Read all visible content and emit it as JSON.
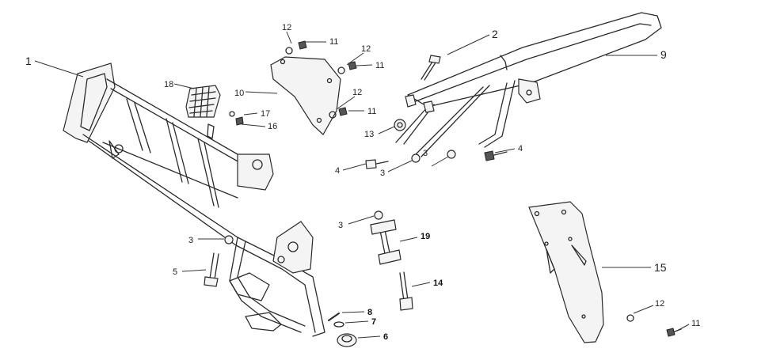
{
  "diagram": {
    "callouts": [
      {
        "key": "frame",
        "label": "1"
      },
      {
        "key": "bolt-top",
        "label": "2"
      },
      {
        "key": "washer-a",
        "label": "3"
      },
      {
        "key": "washer-b",
        "label": "3"
      },
      {
        "key": "washer-c",
        "label": "3"
      },
      {
        "key": "washer-d",
        "label": "3"
      },
      {
        "key": "bolt-left",
        "label": "4"
      },
      {
        "key": "bolt-right",
        "label": "4"
      },
      {
        "key": "bolt-long",
        "label": "5"
      },
      {
        "key": "bushing",
        "label": "6"
      },
      {
        "key": "washer-small",
        "label": "7"
      },
      {
        "key": "pin",
        "label": "8"
      },
      {
        "key": "subframe",
        "label": "9"
      },
      {
        "key": "side-cover",
        "label": "10"
      },
      {
        "key": "screw-a",
        "label": "11"
      },
      {
        "key": "screw-b",
        "label": "11"
      },
      {
        "key": "screw-c",
        "label": "11"
      },
      {
        "key": "screw-d",
        "label": "11"
      },
      {
        "key": "washer12-a",
        "label": "12"
      },
      {
        "key": "washer12-b",
        "label": "12"
      },
      {
        "key": "washer12-c",
        "label": "12"
      },
      {
        "key": "washer12-d",
        "label": "12"
      },
      {
        "key": "nut",
        "label": "13"
      },
      {
        "key": "shock-bolt",
        "label": "14"
      },
      {
        "key": "mud-guard",
        "label": "15"
      },
      {
        "key": "small-bolt",
        "label": "16"
      },
      {
        "key": "small-washer",
        "label": "17"
      },
      {
        "key": "filter-mesh",
        "label": "18"
      },
      {
        "key": "spindle",
        "label": "19"
      }
    ]
  }
}
